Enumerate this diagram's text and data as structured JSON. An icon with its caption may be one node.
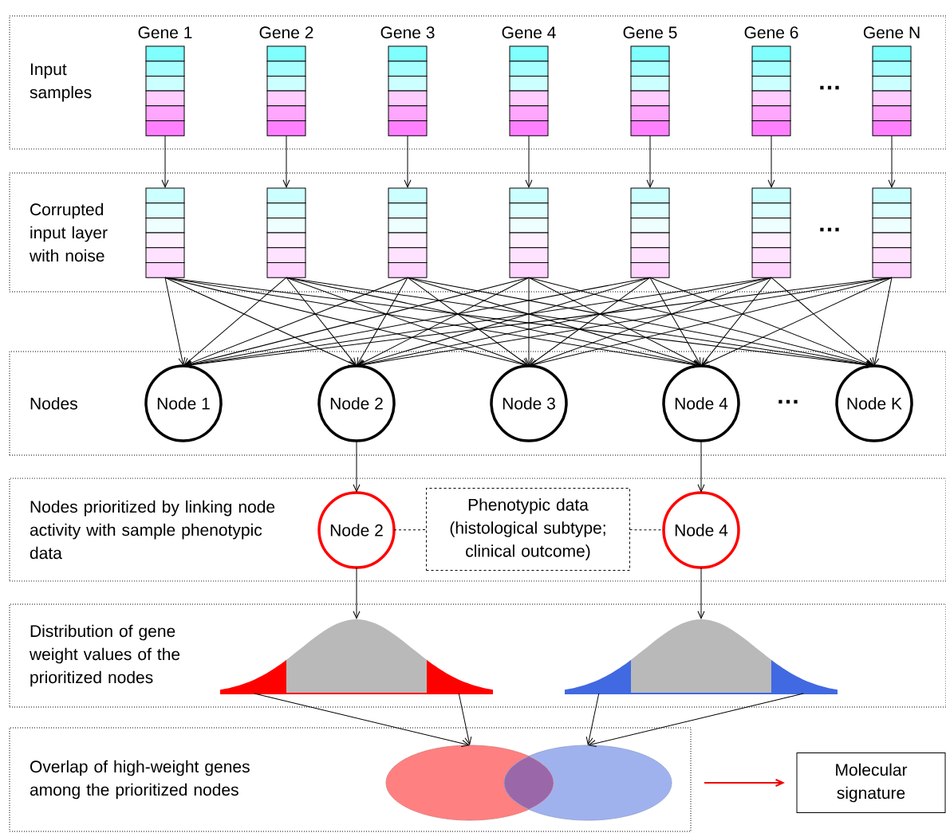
{
  "diagram": {
    "nodes": [
      {
        "text": [
          "Input samples"
        ]
      },
      {
        "text": [
          "Gene 1"
        ],
        "in": 0
      },
      {
        "text": [
          "Gene 2"
        ],
        "in": 0
      },
      {
        "text": [
          "Gene 3"
        ],
        "in": 0
      },
      {
        "text": [
          "Gene 4"
        ],
        "in": 0
      },
      {
        "text": [
          "Gene 5"
        ],
        "in": 0
      },
      {
        "text": [
          "Gene 6"
        ],
        "in": 0
      },
      {
        "text": [
          "Gene N"
        ],
        "in": 0
      },
      {
        "text": [
          "Corrupted input layer with noise"
        ]
      },
      {
        "text": [],
        "shape": "bar",
        "in": 8
      },
      {
        "text": [],
        "shape": "bar",
        "in": 8
      },
      {
        "text": [],
        "shape": "bar",
        "in": 8
      },
      {
        "text": [],
        "shape": "bar",
        "in": 8
      },
      {
        "text": [],
        "shape": "bar",
        "in": 8
      },
      {
        "text": [],
        "shape": "bar",
        "in": 8
      },
      {
        "text": [],
        "shape": "bar",
        "in": 8
      },
      {
        "text": [
          "Nodes"
        ]
      },
      {
        "text": [
          "Node 1"
        ],
        "in": 16
      },
      {
        "text": [
          "Node 2"
        ],
        "in": 16
      },
      {
        "text": [
          "Node 3"
        ],
        "in": 16
      },
      {
        "text": [
          "Node 4"
        ],
        "in": 16
      },
      {
        "text": [
          "Node K"
        ],
        "in": 16
      },
      {
        "text": [
          "Nodes prioritized by linking node activity with sample phenotypic data"
        ]
      },
      {
        "text": [
          "Node 2"
        ],
        "in": 22
      },
      {
        "text": [
          "Phenotypic data (histological subtype; clinical outcome)"
        ],
        "in": 22
      },
      {
        "text": [
          "Node 4"
        ],
        "in": 22
      },
      {
        "text": [
          "Distribution of gene weight values of the prioritized nodes"
        ]
      },
      {
        "text": [],
        "shape": "curve",
        "in": 26
      },
      {
        "text": [],
        "shape": "curve",
        "in": 26
      },
      {
        "text": [
          "Overlap of high-weight genes among the prioritized nodes"
        ]
      },
      {
        "text": [],
        "shape": "ellipse",
        "in": 29
      },
      {
        "text": [],
        "shape": "ellipse",
        "in": 29
      },
      {
        "text": [
          "Molecular signature"
        ]
      }
    ],
    "edges": [
      {
        "from": 1,
        "to": 9,
        "arrow": "to"
      },
      {
        "from": 2,
        "to": 10,
        "arrow": "to"
      },
      {
        "from": 3,
        "to": 11,
        "arrow": "to"
      },
      {
        "from": 4,
        "to": 12,
        "arrow": "to"
      },
      {
        "from": 5,
        "to": 13,
        "arrow": "to"
      },
      {
        "from": 6,
        "to": 14,
        "arrow": "to"
      },
      {
        "from": 7,
        "to": 15,
        "arrow": "to"
      },
      {
        "from": 9,
        "to": 17,
        "arrow": "to"
      },
      {
        "from": 9,
        "to": 18,
        "arrow": "to"
      },
      {
        "from": 9,
        "to": 19,
        "arrow": "to"
      },
      {
        "from": 9,
        "to": 20,
        "arrow": "to"
      },
      {
        "from": 9,
        "to": 21,
        "arrow": "to"
      },
      {
        "from": 10,
        "to": 17,
        "arrow": "to"
      },
      {
        "from": 10,
        "to": 18,
        "arrow": "to"
      },
      {
        "from": 10,
        "to": 19,
        "arrow": "to"
      },
      {
        "from": 10,
        "to": 20,
        "arrow": "to"
      },
      {
        "from": 10,
        "to": 21,
        "arrow": "to"
      },
      {
        "from": 11,
        "to": 17,
        "arrow": "to"
      },
      {
        "from": 11,
        "to": 18,
        "arrow": "to"
      },
      {
        "from": 11,
        "to": 19,
        "arrow": "to"
      },
      {
        "from": 11,
        "to": 20,
        "arrow": "to"
      },
      {
        "from": 11,
        "to": 21,
        "arrow": "to"
      },
      {
        "from": 12,
        "to": 17,
        "arrow": "to"
      },
      {
        "from": 12,
        "to": 18,
        "arrow": "to"
      },
      {
        "from": 12,
        "to": 19,
        "arrow": "to"
      },
      {
        "from": 12,
        "to": 20,
        "arrow": "to"
      },
      {
        "from": 12,
        "to": 21,
        "arrow": "to"
      },
      {
        "from": 13,
        "to": 17,
        "arrow": "to"
      },
      {
        "from": 13,
        "to": 18,
        "arrow": "to"
      },
      {
        "from": 13,
        "to": 19,
        "arrow": "to"
      },
      {
        "from": 13,
        "to": 20,
        "arrow": "to"
      },
      {
        "from": 13,
        "to": 21,
        "arrow": "to"
      },
      {
        "from": 14,
        "to": 17,
        "arrow": "to"
      },
      {
        "from": 14,
        "to": 18,
        "arrow": "to"
      },
      {
        "from": 14,
        "to": 19,
        "arrow": "to"
      },
      {
        "from": 14,
        "to": 20,
        "arrow": "to"
      },
      {
        "from": 14,
        "to": 21,
        "arrow": "to"
      },
      {
        "from": 15,
        "to": 17,
        "arrow": "to"
      },
      {
        "from": 15,
        "to": 18,
        "arrow": "to"
      },
      {
        "from": 15,
        "to": 19,
        "arrow": "to"
      },
      {
        "from": 15,
        "to": 20,
        "arrow": "to"
      },
      {
        "from": 15,
        "to": 21,
        "arrow": "to"
      },
      {
        "from": 18,
        "to": 23,
        "arrow": "to"
      },
      {
        "from": 20,
        "to": 25,
        "arrow": "to"
      },
      {
        "from": 23,
        "to": 24,
        "arrow": "none",
        "style": "dashed"
      },
      {
        "from": 24,
        "to": 25,
        "arrow": "none",
        "style": "dashed"
      },
      {
        "from": 23,
        "to": 27,
        "arrow": "to"
      },
      {
        "from": 25,
        "to": 28,
        "arrow": "to"
      },
      {
        "from": 27,
        "to": 30,
        "arrow": "to"
      },
      {
        "from": 27,
        "to": 30,
        "arrow": "to"
      },
      {
        "from": 28,
        "to": 31,
        "arrow": "to"
      },
      {
        "from": 28,
        "to": 31,
        "arrow": "to"
      },
      {
        "from": null,
        "to": 32,
        "arrow": "to",
        "color": "#ee0000"
      }
    ],
    "labels": [
      "…",
      "…",
      "…"
    ]
  }
}
